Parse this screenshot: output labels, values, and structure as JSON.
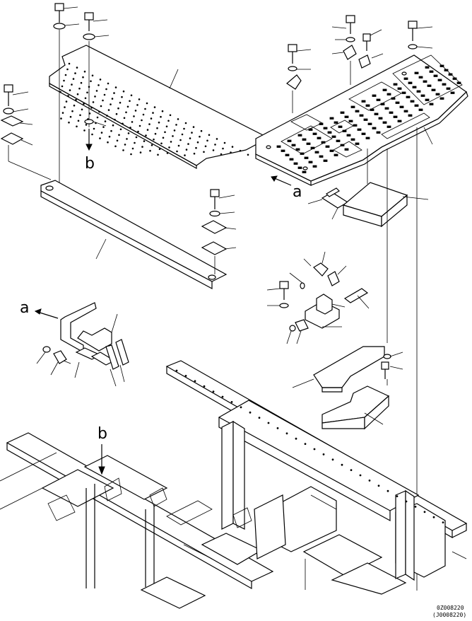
{
  "labels": {
    "ref_a_top": "a",
    "ref_a_left": "a",
    "ref_b_top": "b",
    "ref_b_bottom": "b"
  },
  "drawing_code": {
    "line1": "0Z008220",
    "line2": "(J0008220)"
  },
  "colors": {
    "ink": "#000000",
    "paper": "#ffffff"
  }
}
